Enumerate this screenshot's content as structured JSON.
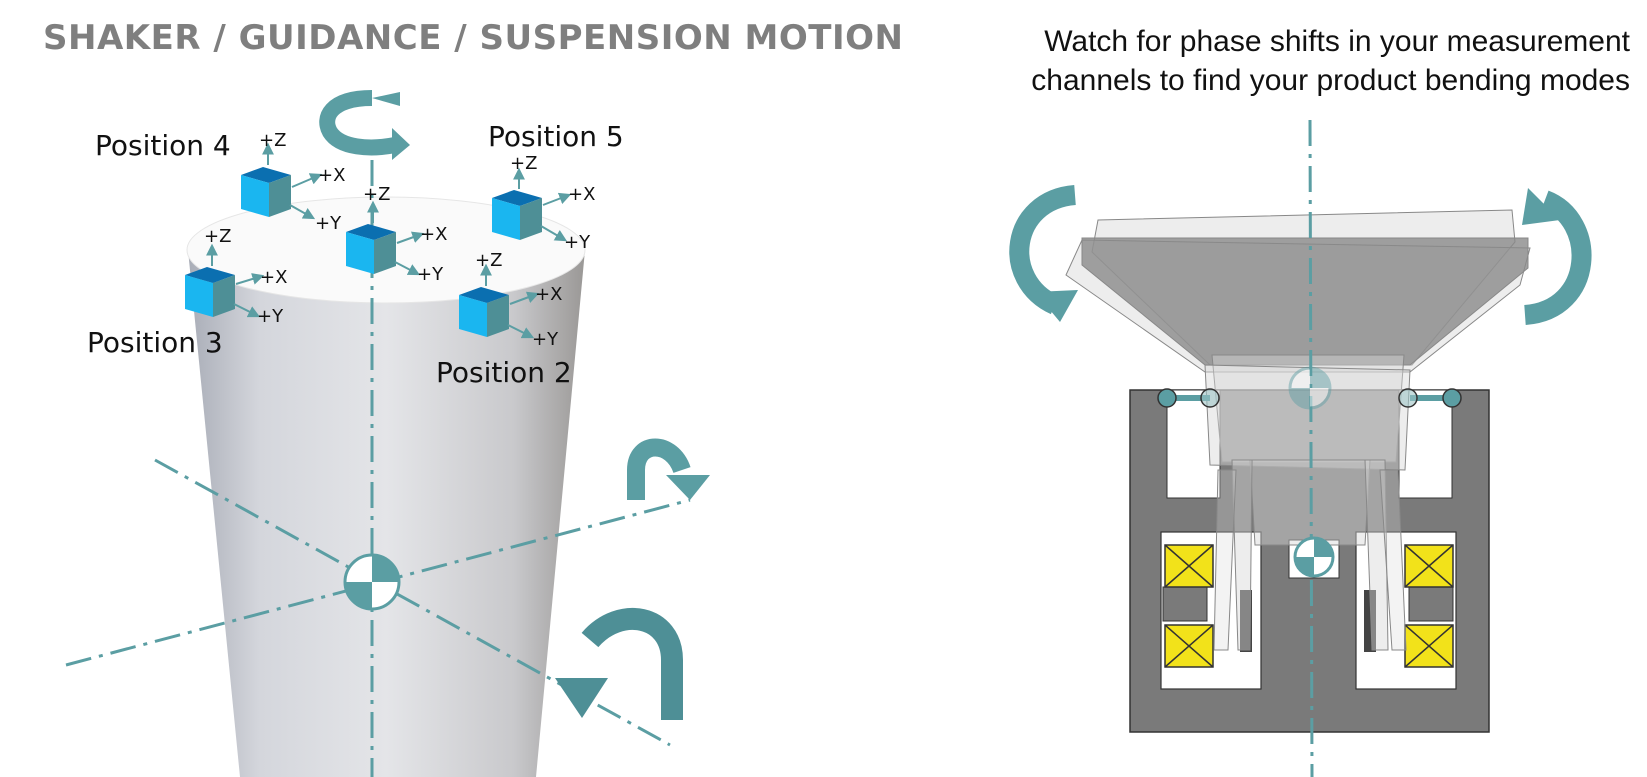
{
  "header": {
    "title": "SHAKER / GUIDANCE / SUSPENSION MOTION",
    "subtitle_line1": "Watch for phase shifts in your  measurement",
    "subtitle_line2": "channels to find your product bending modes"
  },
  "positions": [
    {
      "label": "Position 4"
    },
    {
      "label": "Position 5"
    },
    {
      "label": "Position 3"
    },
    {
      "label": "Position 2"
    }
  ],
  "axes": {
    "z": "+Z",
    "x": "+X",
    "y": "+Y"
  },
  "colors": {
    "title_gray": "#7f7f7f",
    "teal": "#5b9ea3",
    "cube_light": "#1ab6f0",
    "cube_dark": "#0b6fb0",
    "magnet_yellow": "#f2e21a",
    "shaker_gray": "#7a7a7a"
  }
}
